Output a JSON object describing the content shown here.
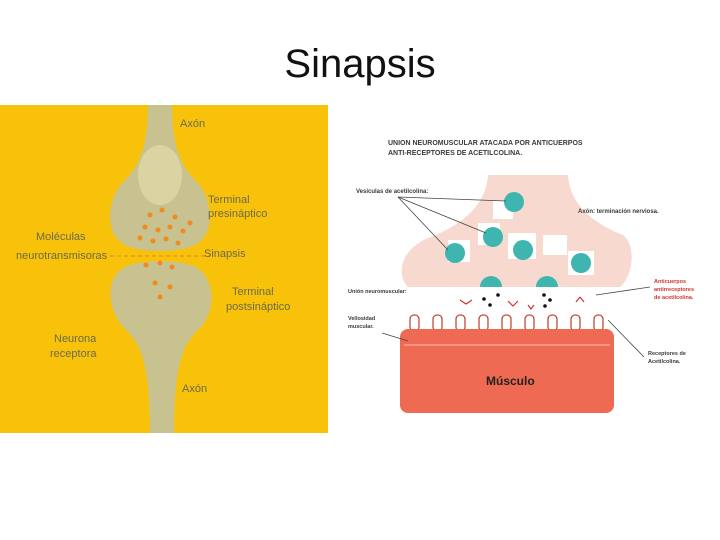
{
  "slide": {
    "title": "Sinapsis"
  },
  "left_diagram": {
    "label_axon_top": "Axón",
    "label_terminal_pre_1": "Terminal",
    "label_terminal_pre_2": "presináptico",
    "label_molecules_1": "Moléculas",
    "label_molecules_2": "neurotransmisoras",
    "label_synapse": "Sinapsis",
    "label_terminal_post_1": "Terminal",
    "label_terminal_post_2": "postsináptico",
    "label_neuron_1": "Neurona",
    "label_neuron_2": "receptora",
    "label_axon_bottom": "Axón",
    "colors": {
      "background": "#f9c20a",
      "neuron": "#c7c28f",
      "dots": "#f28a1e",
      "text": "#6b6a4a"
    }
  },
  "right_diagram": {
    "title_1": "UNION NEUROMUSCULAR ATACADA POR ANTICUERPOS",
    "title_2": "ANTI-RECEPTORES DE ACETILCOLINA.",
    "label_vesicles": "Vesículas de acetilcolina:",
    "label_axon_terminal": "Axón: terminación nerviosa.",
    "label_junction": "Unión neuromuscular:",
    "label_antibodies_1": "Anticuerpos",
    "label_antibodies_2": "antirreceptores",
    "label_antibodies_3": "de acetilcolina.",
    "label_villi_1": "Vellosidad",
    "label_villi_2": "muscular.",
    "label_receptors_1": "Receptores de",
    "label_receptors_2": "Acetilcolina.",
    "label_muscle": "Músculo",
    "colors": {
      "terminal": "#f7d9cf",
      "vesicle": "#3fb5b0",
      "muscle": "#ee6a52",
      "antibody": "#d0342c"
    }
  }
}
